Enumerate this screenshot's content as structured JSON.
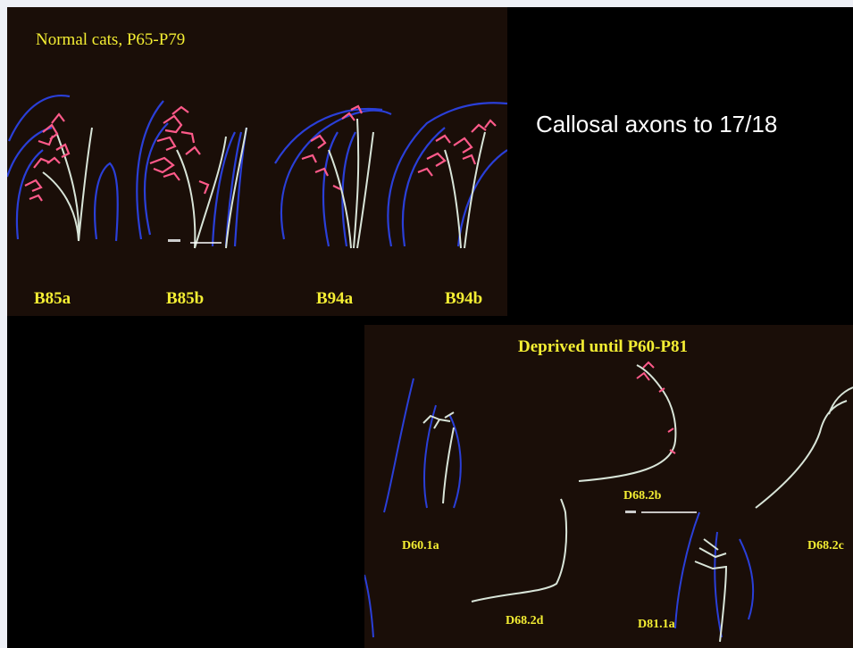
{
  "slide_title": "Callosal axons to 17/18",
  "normal_panel": {
    "title": "Normal cats, P65-P79",
    "cells": [
      "B85a",
      "B85b",
      "B94a",
      "B94b"
    ]
  },
  "deprived_panel": {
    "title": "Deprived until P60-P81",
    "cells": [
      "D60.1a",
      "D68.2b",
      "D68.2c",
      "D68.2d",
      "D81.1a"
    ]
  },
  "colors": {
    "panel_background": "#1a0e08",
    "label_yellow": "#f4ee33",
    "title_white": "#ffffff",
    "contour_blue": "#2a3fd8",
    "axon_white": "#d8e4d8",
    "terminal_pink": "#ff5a8a"
  }
}
